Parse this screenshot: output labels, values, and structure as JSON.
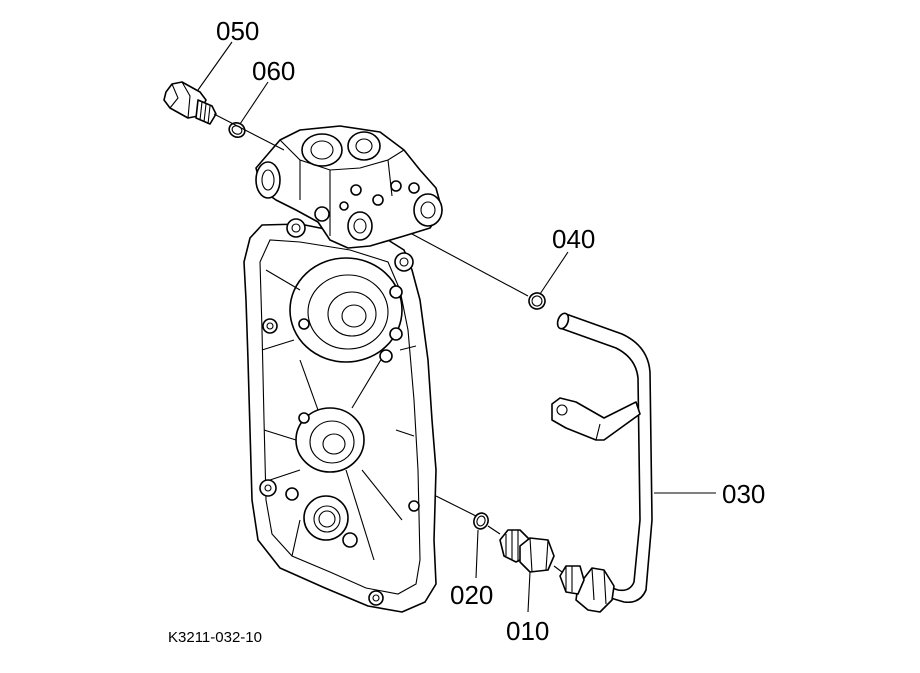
{
  "diagram": {
    "callouts": {
      "p010": "010",
      "p020": "020",
      "p030": "030",
      "p040": "040",
      "p050": "050",
      "p060": "060"
    },
    "figure_ref": "K3211-032-10",
    "line_color": "#000000",
    "background": "#ffffff"
  }
}
